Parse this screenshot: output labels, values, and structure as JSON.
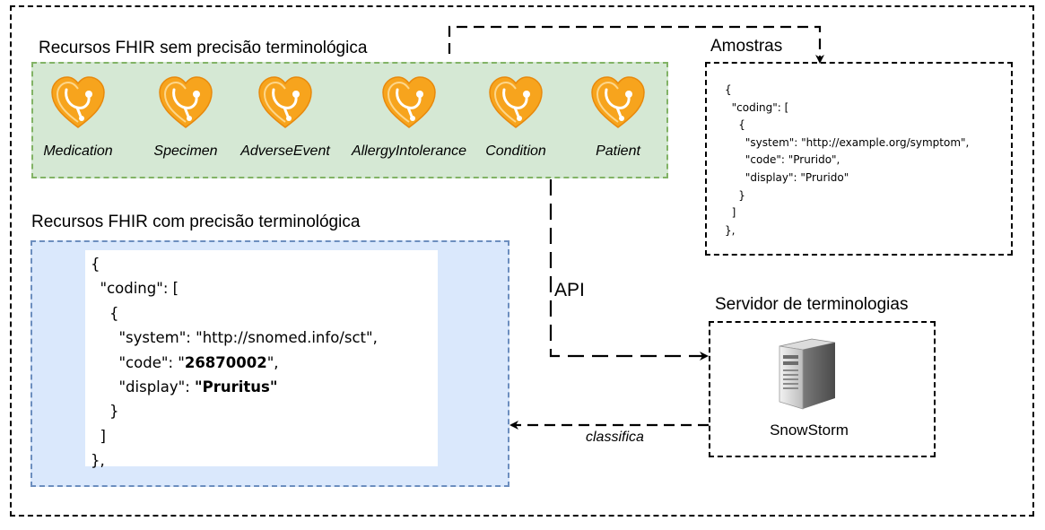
{
  "green_group": {
    "title": "Recursos FHIR sem precisão terminológica",
    "resources": [
      {
        "label": "Medication",
        "icon": "fhir-heart-stethoscope-icon"
      },
      {
        "label": "Specimen",
        "icon": "fhir-heart-stethoscope-icon"
      },
      {
        "label": "AdverseEvent",
        "icon": "fhir-heart-stethoscope-icon"
      },
      {
        "label": "AllergyIntolerance",
        "icon": "fhir-heart-stethoscope-icon"
      },
      {
        "label": "Condition",
        "icon": "fhir-heart-stethoscope-icon"
      },
      {
        "label": "Patient",
        "icon": "fhir-heart-stethoscope-icon"
      }
    ]
  },
  "blue_group": {
    "title": "Recursos FHIR com precisão terminológica",
    "code": {
      "line1": "{",
      "line2": "  \"coding\": [",
      "line3": "    {",
      "system_prefix": "      \"system\": ",
      "system_value": "\"http://snomed.info/sct\",",
      "code_prefix": "      \"code\": \"",
      "code_value": "26870002",
      "code_suffix": "\",",
      "display_prefix": "      \"display\": ",
      "display_value": "\"Pruritus\"",
      "line7": "    }",
      "line8": "  ]",
      "line9": "},"
    }
  },
  "samples": {
    "title": "Amostras",
    "code_lines": [
      "{",
      "  \"coding\": [",
      "    {",
      "      \"system\": \"http://example.org/symptom\",",
      "      \"code\": \"Prurido\",",
      "      \"display\": \"Prurido\"",
      "    }",
      "  ]",
      "},"
    ]
  },
  "server": {
    "title": "Servidor de terminologias",
    "name": "SnowStorm",
    "icon": "server-tower-icon"
  },
  "edges": {
    "api_label": "API",
    "classify_label": "classifica"
  },
  "colors": {
    "green_fill": "#d5e8d4",
    "green_stroke": "#82b366",
    "blue_fill": "#dae8fc",
    "blue_stroke": "#6c8ebf",
    "fhir_orange": "#f7a41d"
  }
}
